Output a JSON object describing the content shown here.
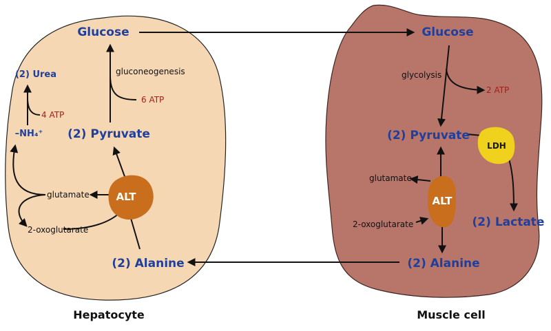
{
  "hepatocyte": {
    "name": "Hepatocyte",
    "glucose": "Glucose",
    "pyruvate": "(2) Pyruvate",
    "alanine": "(2) Alanine",
    "urea": "(2) Urea",
    "ammonium": "–NH₄⁺",
    "process": "gluconeogenesis",
    "atp_gluconeogenesis": "6 ATP",
    "atp_urea": "4 ATP",
    "glutamate": "glutamate",
    "oxoglutarate": "2-oxoglutarate",
    "enzyme": "ALT"
  },
  "muscle": {
    "name": "Muscle cell",
    "glucose": "Glucose",
    "pyruvate": "(2) Pyruvate",
    "alanine": "(2) Alanine",
    "lactate": "(2) Lactate",
    "process": "glycolysis",
    "atp_glycolysis": "2 ATP",
    "glutamate": "glutamate",
    "oxoglutarate": "2-oxoglutarate",
    "enzyme_alt": "ALT",
    "enzyme_ldh": "LDH"
  },
  "colors": {
    "hepatocyte_fill": "#f6d7b4",
    "muscle_fill": "#b8756a",
    "metabolite_text": "#1f3f9a",
    "atp_text": "#a0201a",
    "alt_enzyme": "#c86e1c",
    "ldh_enzyme": "#f0d21e"
  }
}
